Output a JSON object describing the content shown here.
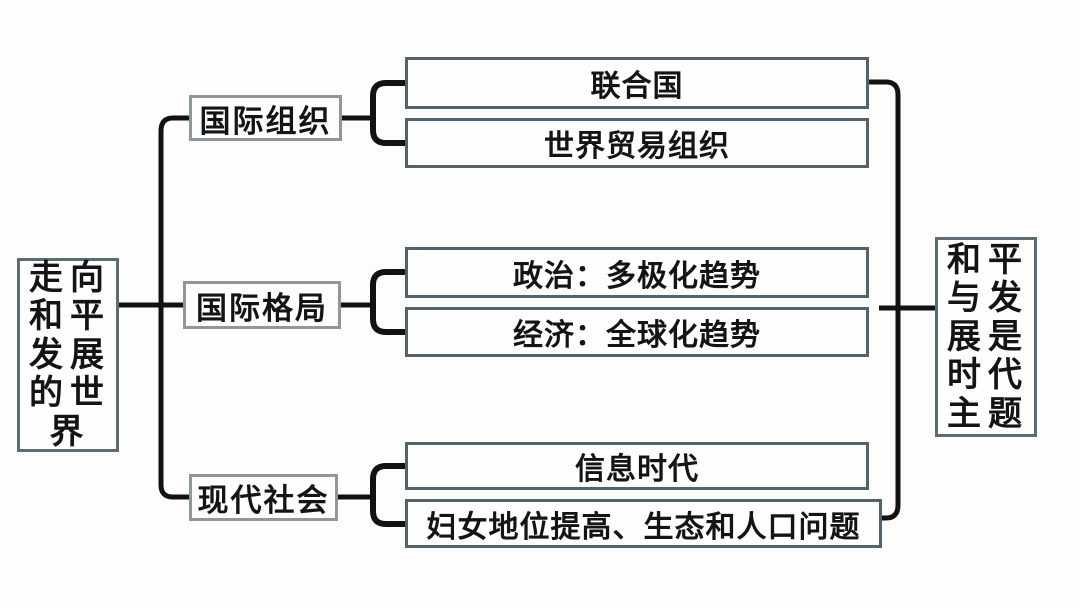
{
  "diagram": {
    "type": "concept-map",
    "root": {
      "text": "走向和平发展的世界",
      "lines": [
        "走向",
        "和平",
        "发展",
        "的世",
        "界"
      ]
    },
    "branches": [
      {
        "label": "国际组织",
        "children": [
          "联合国",
          "世界贸易组织"
        ]
      },
      {
        "label": "国际格局",
        "children": [
          "政治：多极化趋势",
          "经济：全球化趋势"
        ]
      },
      {
        "label": "现代社会",
        "children": [
          "信息时代",
          "妇女地位提高、生态和人口问题"
        ]
      }
    ],
    "conclusion": {
      "text": "和平与发展是时代主题",
      "lines": [
        "和平",
        "与发",
        "展是",
        "时代",
        "主题"
      ]
    },
    "colors": {
      "connector": "#121212",
      "text": "#141414",
      "outer_box_border": "#5d6b77",
      "branch_box_border": "#8e979d",
      "child_box_border": "#54626e",
      "background": "#fdfdfd"
    }
  }
}
